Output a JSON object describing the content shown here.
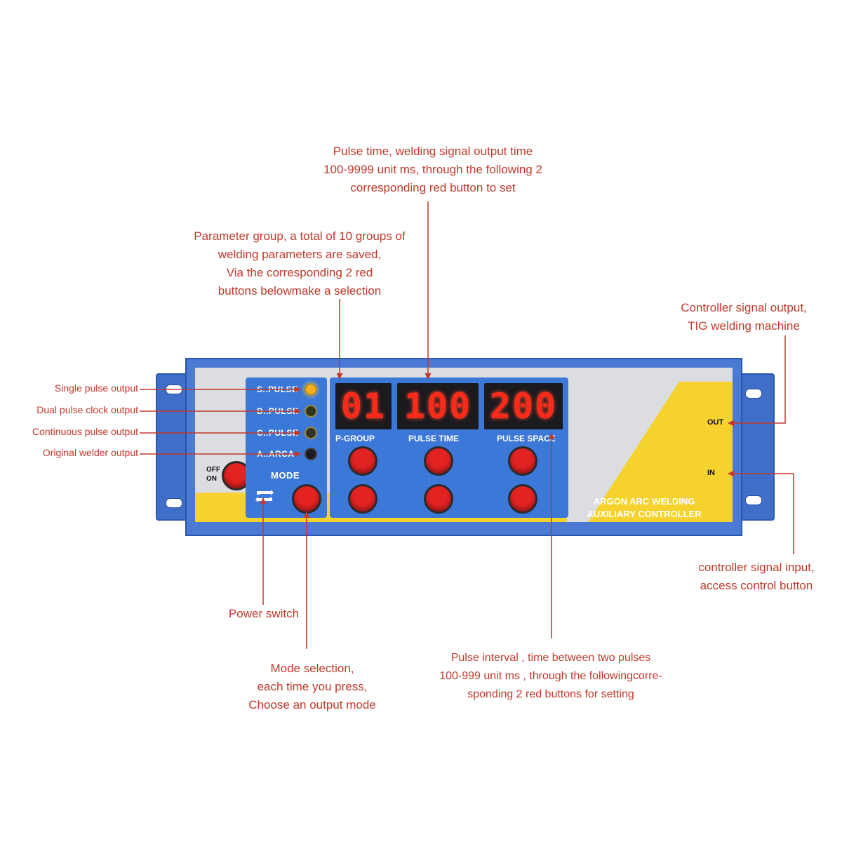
{
  "annotations": {
    "pulse_time": [
      "Pulse time, welding signal output time",
      "100-9999 unit ms, through the following 2",
      "corresponding red button to set"
    ],
    "param_group": [
      "Parameter group, a total of 10 groups of",
      "welding parameters are saved,",
      "Via the corresponding 2 red",
      "buttons belowmake a selection"
    ],
    "signal_output": [
      "Controller signal output,",
      "TIG welding machine"
    ],
    "signal_input": [
      "controller signal input,",
      "access control button"
    ],
    "power_switch": "Power switch",
    "mode_selection": [
      "Mode selection,",
      "each time you press,",
      "Choose an output mode"
    ],
    "pulse_interval": [
      "Pulse interval , time between two pulses",
      "100-999 unit ms , through the followingcorre-",
      "sponding 2 red buttons for setting"
    ],
    "single_pulse": "Single pulse output",
    "dual_pulse": "Dual pulse clock output",
    "continuous_pulse": "Continuous pulse output",
    "original_welder": "Original welder output"
  },
  "device": {
    "leds": [
      "S..PULSE",
      "D..PULSE",
      "C..PULSE",
      "A..ARCA"
    ],
    "mode_label": "MODE",
    "power_off": "OFF",
    "power_on": "ON",
    "displays": {
      "p_group": {
        "value": "01",
        "label": "P-GROUP"
      },
      "pulse_time": {
        "value": "100",
        "label": "PULSE TIME"
      },
      "pulse_space": {
        "value": "200",
        "label": "PULSE SPACE"
      }
    },
    "brand": [
      "ARGON ARC WELDING",
      "AUXILIARY CONTROLLER"
    ],
    "port_out": "OUT",
    "port_in": "IN"
  },
  "colors": {
    "annotation": "#c0392b",
    "case_blue": "#4a7ad4",
    "panel_blue": "#3c78d8",
    "digit_red": "#ff2a1a",
    "panel_yellow": "#f5d22e"
  }
}
